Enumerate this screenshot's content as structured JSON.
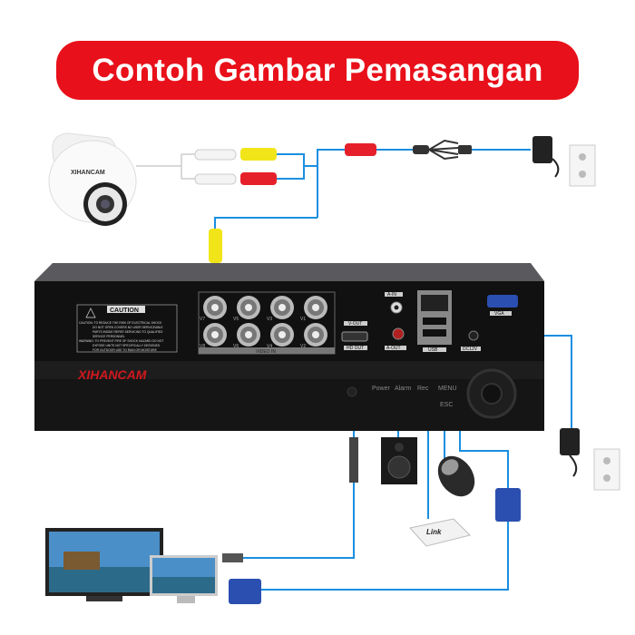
{
  "title": "Contoh Gambar Pemasangan",
  "camera": {
    "brand": "XIHANCAM"
  },
  "dvr": {
    "brand": "XIHANCAM",
    "caution_title": "CAUTION",
    "caution_lines": [
      "CAUTION: TO REDUCE THE RISK OF ELECTRICAL SHOCK",
      "DO NOT OPEN COVERS NO USER SERVICEABLE",
      "PARTS INSIDE REFER SERVICING TO QUALIFIED",
      "SERVICE PERSONNEL",
      "WARNING: TO PREVENT FIRE OF SHOCK HAZARD DO NOT",
      "EXPOSE UNITS NOT SPECIFICALLY DESIGNED",
      "FOR OUTDOOR USE TO RAIN OR MOISTURE"
    ],
    "video_in_label": "VIDEO IN",
    "channels_top": [
      "V7",
      "V5",
      "V3",
      "V1"
    ],
    "channels_bottom": [
      "V8",
      "V6",
      "V4",
      "V2"
    ],
    "ports": {
      "v_out": "V-OUT",
      "hd_out": "HD OUT",
      "a_in": "A-IN",
      "a_out": "A-OUT",
      "usb": "USB",
      "vga": "VGA",
      "dc": "DC12V"
    },
    "indicators": [
      "Power",
      "Alarm",
      "Rec"
    ],
    "buttons": [
      "MENU",
      "ESC"
    ]
  },
  "router": {
    "brand": "Link"
  },
  "colors": {
    "accent": "#e8101a",
    "cable": "#1a8fe0",
    "dvr": "#111111"
  }
}
